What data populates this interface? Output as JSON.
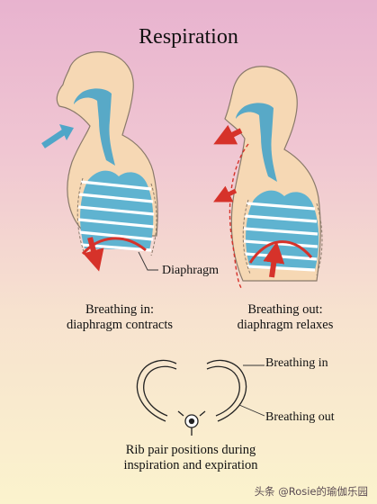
{
  "title": "Respiration",
  "captions": {
    "inhale_line1": "Breathing in:",
    "inhale_line2": "diaphragm contracts",
    "exhale_line1": "Breathing out:",
    "exhale_line2": "diaphragm relaxes",
    "ribs_line1": "Rib pair positions during",
    "ribs_line2": "inspiration and expiration"
  },
  "labels": {
    "diaphragm": "Diaphragm",
    "rib_breathing_in": "Breathing in",
    "rib_breathing_out": "Breathing out"
  },
  "watermark": "头条 @Rosie的瑜伽乐园",
  "colors": {
    "skin": "#f6d8b4",
    "skin_outline": "#8a7a6a",
    "airway": "#4fa6c8",
    "lungs": "#5fb3d0",
    "arrow_in": "#4fa6c8",
    "arrow_diaphragm": "#d6322a"
  }
}
